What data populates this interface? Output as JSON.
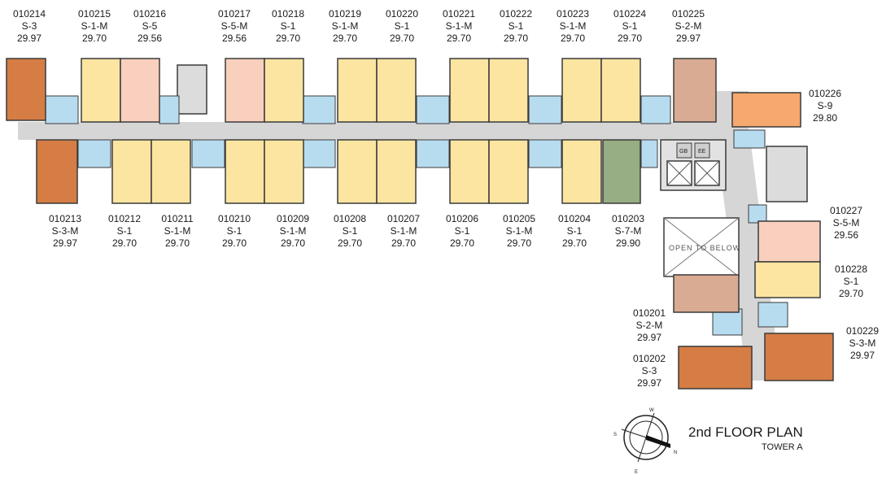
{
  "plan": {
    "title": "2nd FLOOR PLAN",
    "subtitle": "TOWER A",
    "open_to_below": "OPEN TO BELOW",
    "tags": {
      "gb": "GB",
      "ee": "EE"
    },
    "compass": {
      "w": "W",
      "s": "S",
      "n": "N",
      "e": "E"
    }
  },
  "colors": {
    "S-1": "#fbe5a1",
    "S-1-M": "#fbe5a1",
    "S-5": "#f9d0bd",
    "S-5-M": "#f9d0bd",
    "S-3": "#d57d44",
    "S-3-M": "#d57d44",
    "S-2-M": "#d8ab92",
    "S-9": "#f6a86e",
    "S-7-M": "#97ad84",
    "corridor": "#d6d6d6",
    "bath": "#b8dcef",
    "wall": "#3a3a3a"
  },
  "units": [
    {
      "id": "010214",
      "type": "S-3",
      "area": "29.97"
    },
    {
      "id": "010215",
      "type": "S-1-M",
      "area": "29.70"
    },
    {
      "id": "010216",
      "type": "S-5",
      "area": "29.56"
    },
    {
      "id": "010217",
      "type": "S-5-M",
      "area": "29.56"
    },
    {
      "id": "010218",
      "type": "S-1",
      "area": "29.70"
    },
    {
      "id": "010219",
      "type": "S-1-M",
      "area": "29.70"
    },
    {
      "id": "010220",
      "type": "S-1",
      "area": "29.70"
    },
    {
      "id": "010221",
      "type": "S-1-M",
      "area": "29.70"
    },
    {
      "id": "010222",
      "type": "S-1",
      "area": "29.70"
    },
    {
      "id": "010223",
      "type": "S-1-M",
      "area": "29.70"
    },
    {
      "id": "010224",
      "type": "S-1",
      "area": "29.70"
    },
    {
      "id": "010225",
      "type": "S-2-M",
      "area": "29.97"
    },
    {
      "id": "010226",
      "type": "S-9",
      "area": "29.80"
    },
    {
      "id": "010213",
      "type": "S-3-M",
      "area": "29.97"
    },
    {
      "id": "010212",
      "type": "S-1",
      "area": "29.70"
    },
    {
      "id": "010211",
      "type": "S-1-M",
      "area": "29.70"
    },
    {
      "id": "010210",
      "type": "S-1",
      "area": "29.70"
    },
    {
      "id": "010209",
      "type": "S-1-M",
      "area": "29.70"
    },
    {
      "id": "010208",
      "type": "S-1",
      "area": "29.70"
    },
    {
      "id": "010207",
      "type": "S-1-M",
      "area": "29.70"
    },
    {
      "id": "010206",
      "type": "S-1",
      "area": "29.70"
    },
    {
      "id": "010205",
      "type": "S-1-M",
      "area": "29.70"
    },
    {
      "id": "010204",
      "type": "S-1",
      "area": "29.70"
    },
    {
      "id": "010203",
      "type": "S-7-M",
      "area": "29.90"
    },
    {
      "id": "010227",
      "type": "S-5-M",
      "area": "29.56"
    },
    {
      "id": "010228",
      "type": "S-1",
      "area": "29.70"
    },
    {
      "id": "010201",
      "type": "S-2-M",
      "area": "29.97"
    },
    {
      "id": "010202",
      "type": "S-3",
      "area": "29.97"
    },
    {
      "id": "010229",
      "type": "S-3-M",
      "area": "29.97"
    }
  ]
}
